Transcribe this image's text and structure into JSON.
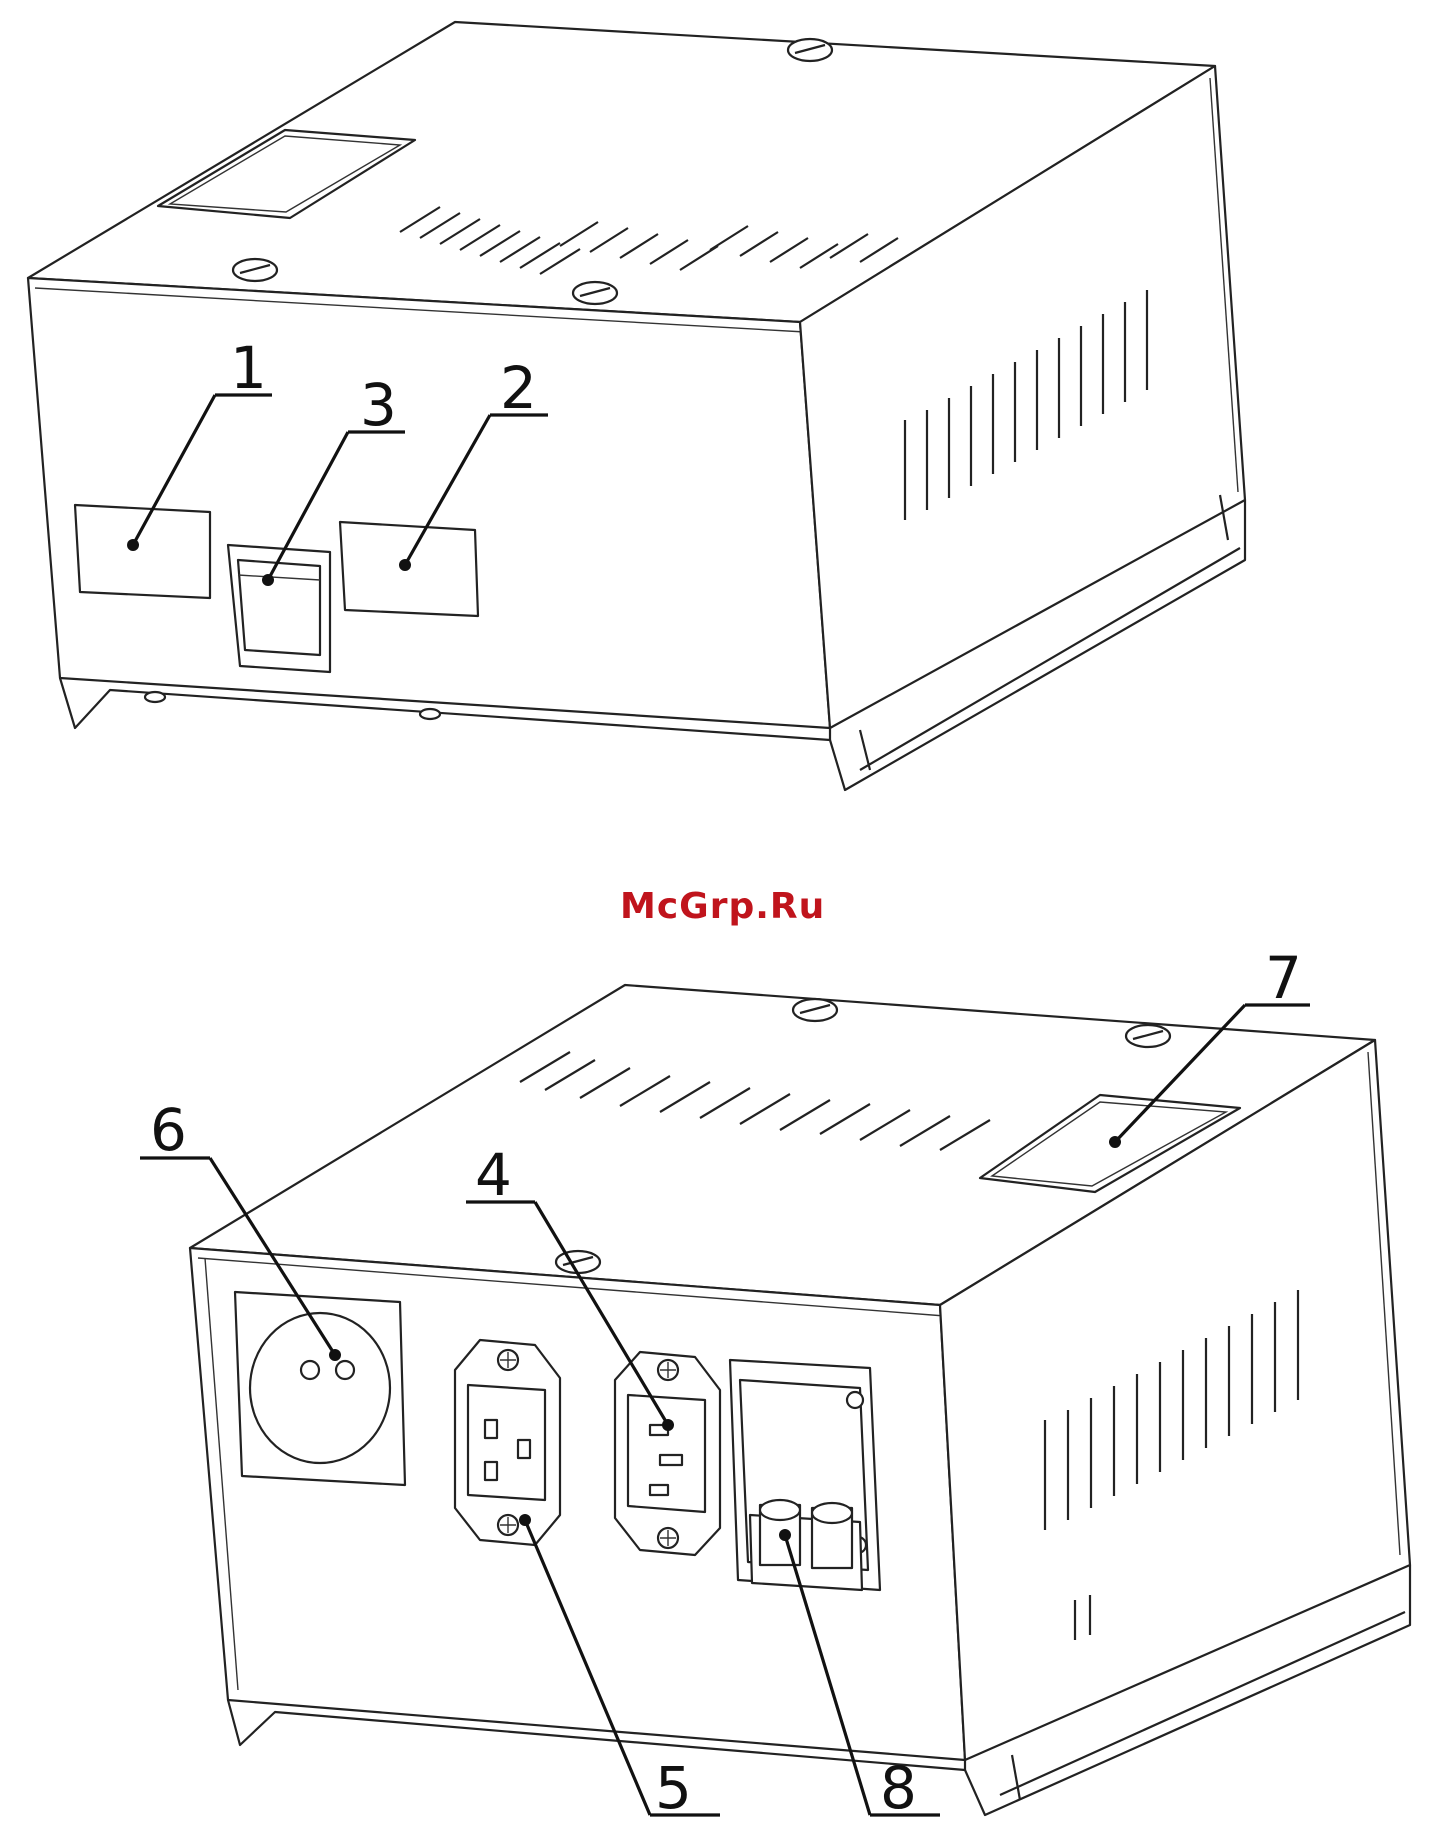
{
  "watermark": "McGrp.Ru",
  "callouts": {
    "c1": "1",
    "c2": "2",
    "c3": "3",
    "c4": "4",
    "c5": "5",
    "c6": "6",
    "c7": "7",
    "c8": "8"
  }
}
